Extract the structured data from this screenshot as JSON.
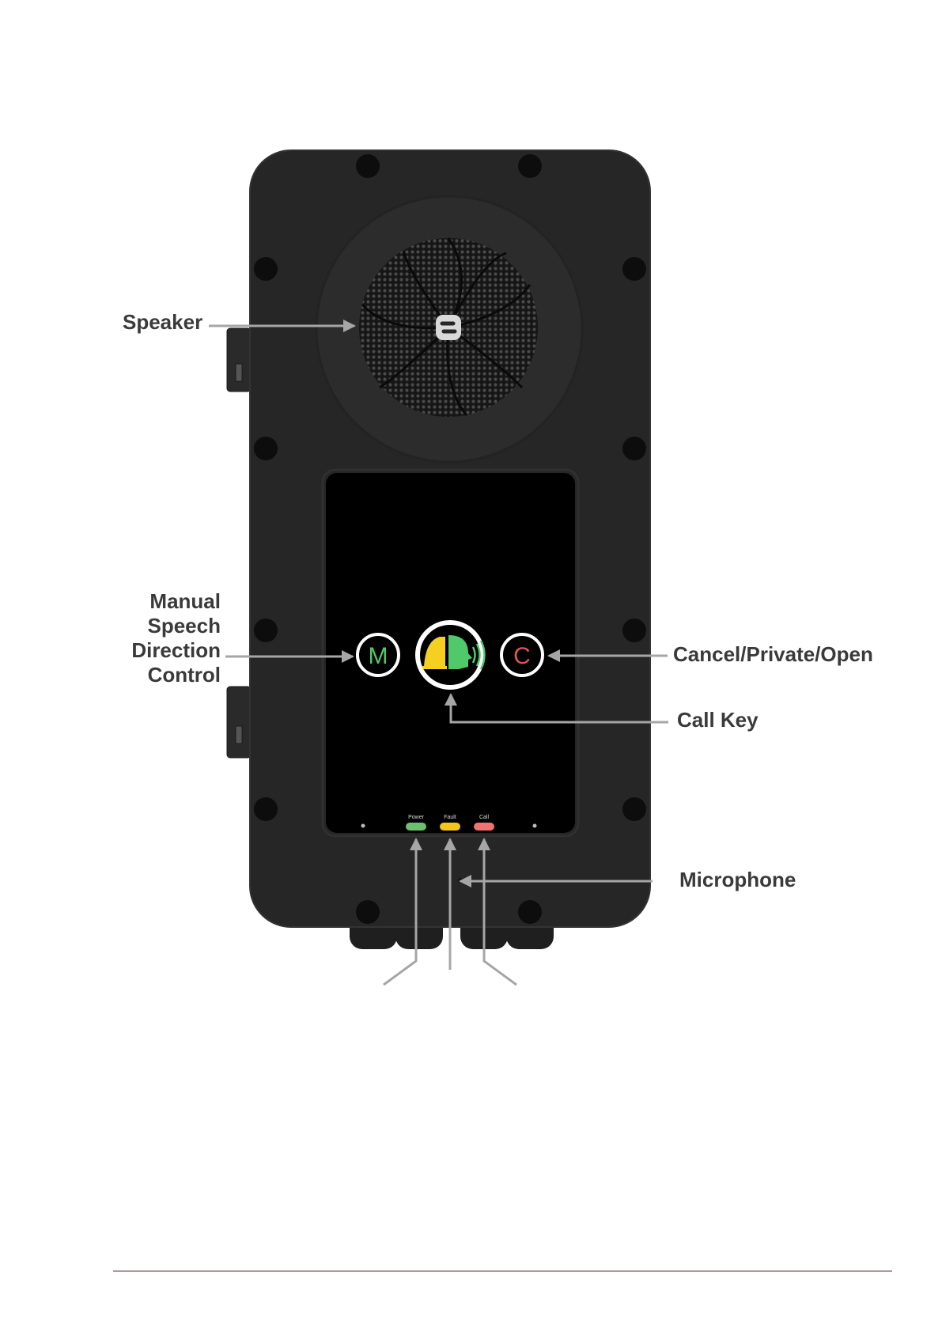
{
  "labels": {
    "speaker": "Speaker",
    "manual": [
      "Manual",
      "Speech",
      "Direction",
      "Control"
    ],
    "cancel": "Cancel/Private/Open",
    "call_key": "Call Key",
    "microphone": "Microphone"
  },
  "keys": {
    "manual_letter": "M",
    "cancel_letter": "C"
  },
  "leds": [
    {
      "label": "Power",
      "color": "#6cc070"
    },
    {
      "label": "Fault",
      "color": "#f5c518"
    },
    {
      "label": "Call",
      "color": "#f27272"
    }
  ],
  "colors": {
    "body": "#262626",
    "panel": "#000000",
    "arrow": "#a6a6a6",
    "manual_key": "#4fc96a",
    "cancel_key": "#e05555",
    "bell": "#f5d020",
    "speech": "#4fc96a"
  },
  "icons": [
    "speaker-grille-icon",
    "logo-icon",
    "bell-icon",
    "speech-head-icon"
  ]
}
